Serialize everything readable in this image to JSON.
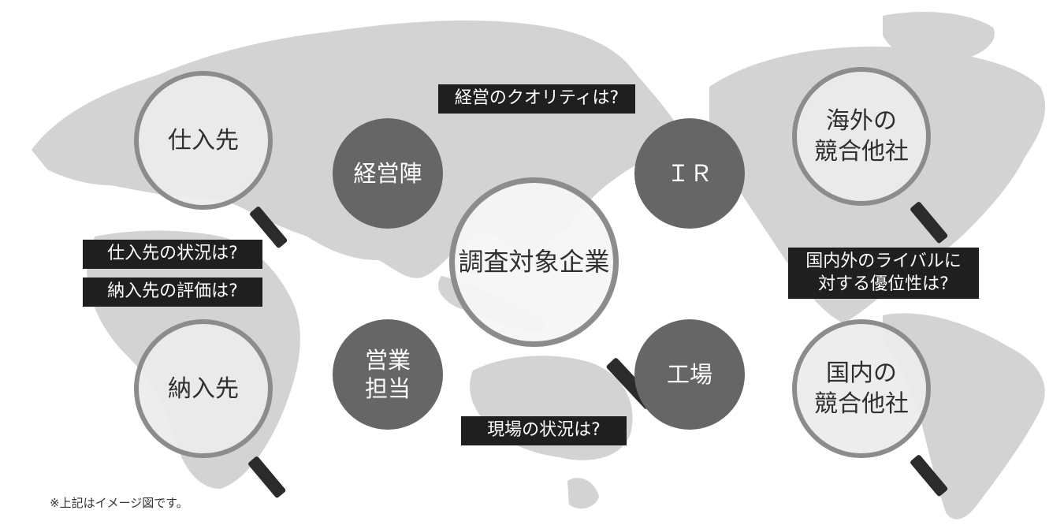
{
  "center": {
    "label": "調査対象企業"
  },
  "lenses": {
    "supplier": "仕入先",
    "customer": "納入先",
    "overseas_competitor": "海外の\n競合他社",
    "domestic_competitor": "国内の\n競合他社"
  },
  "nodes": {
    "management": "経営陣",
    "ir": "ＩＲ",
    "sales": "営業\n担当",
    "factory": "工場"
  },
  "questions": {
    "management_quality": "経営のクオリティは?",
    "supplier_status": "仕入先の状況は?",
    "customer_evaluation": "納入先の評価は?",
    "competitive_advantage": "国内外のライバルに\n対する優位性は?",
    "site_status": "現場の状況は?"
  },
  "footnote": "※上記はイメージ図です。",
  "colors": {
    "map": "#d2d2d2",
    "lens_ring": "#8c8c8c",
    "node": "#666666",
    "tag": "#1f1f1f"
  }
}
